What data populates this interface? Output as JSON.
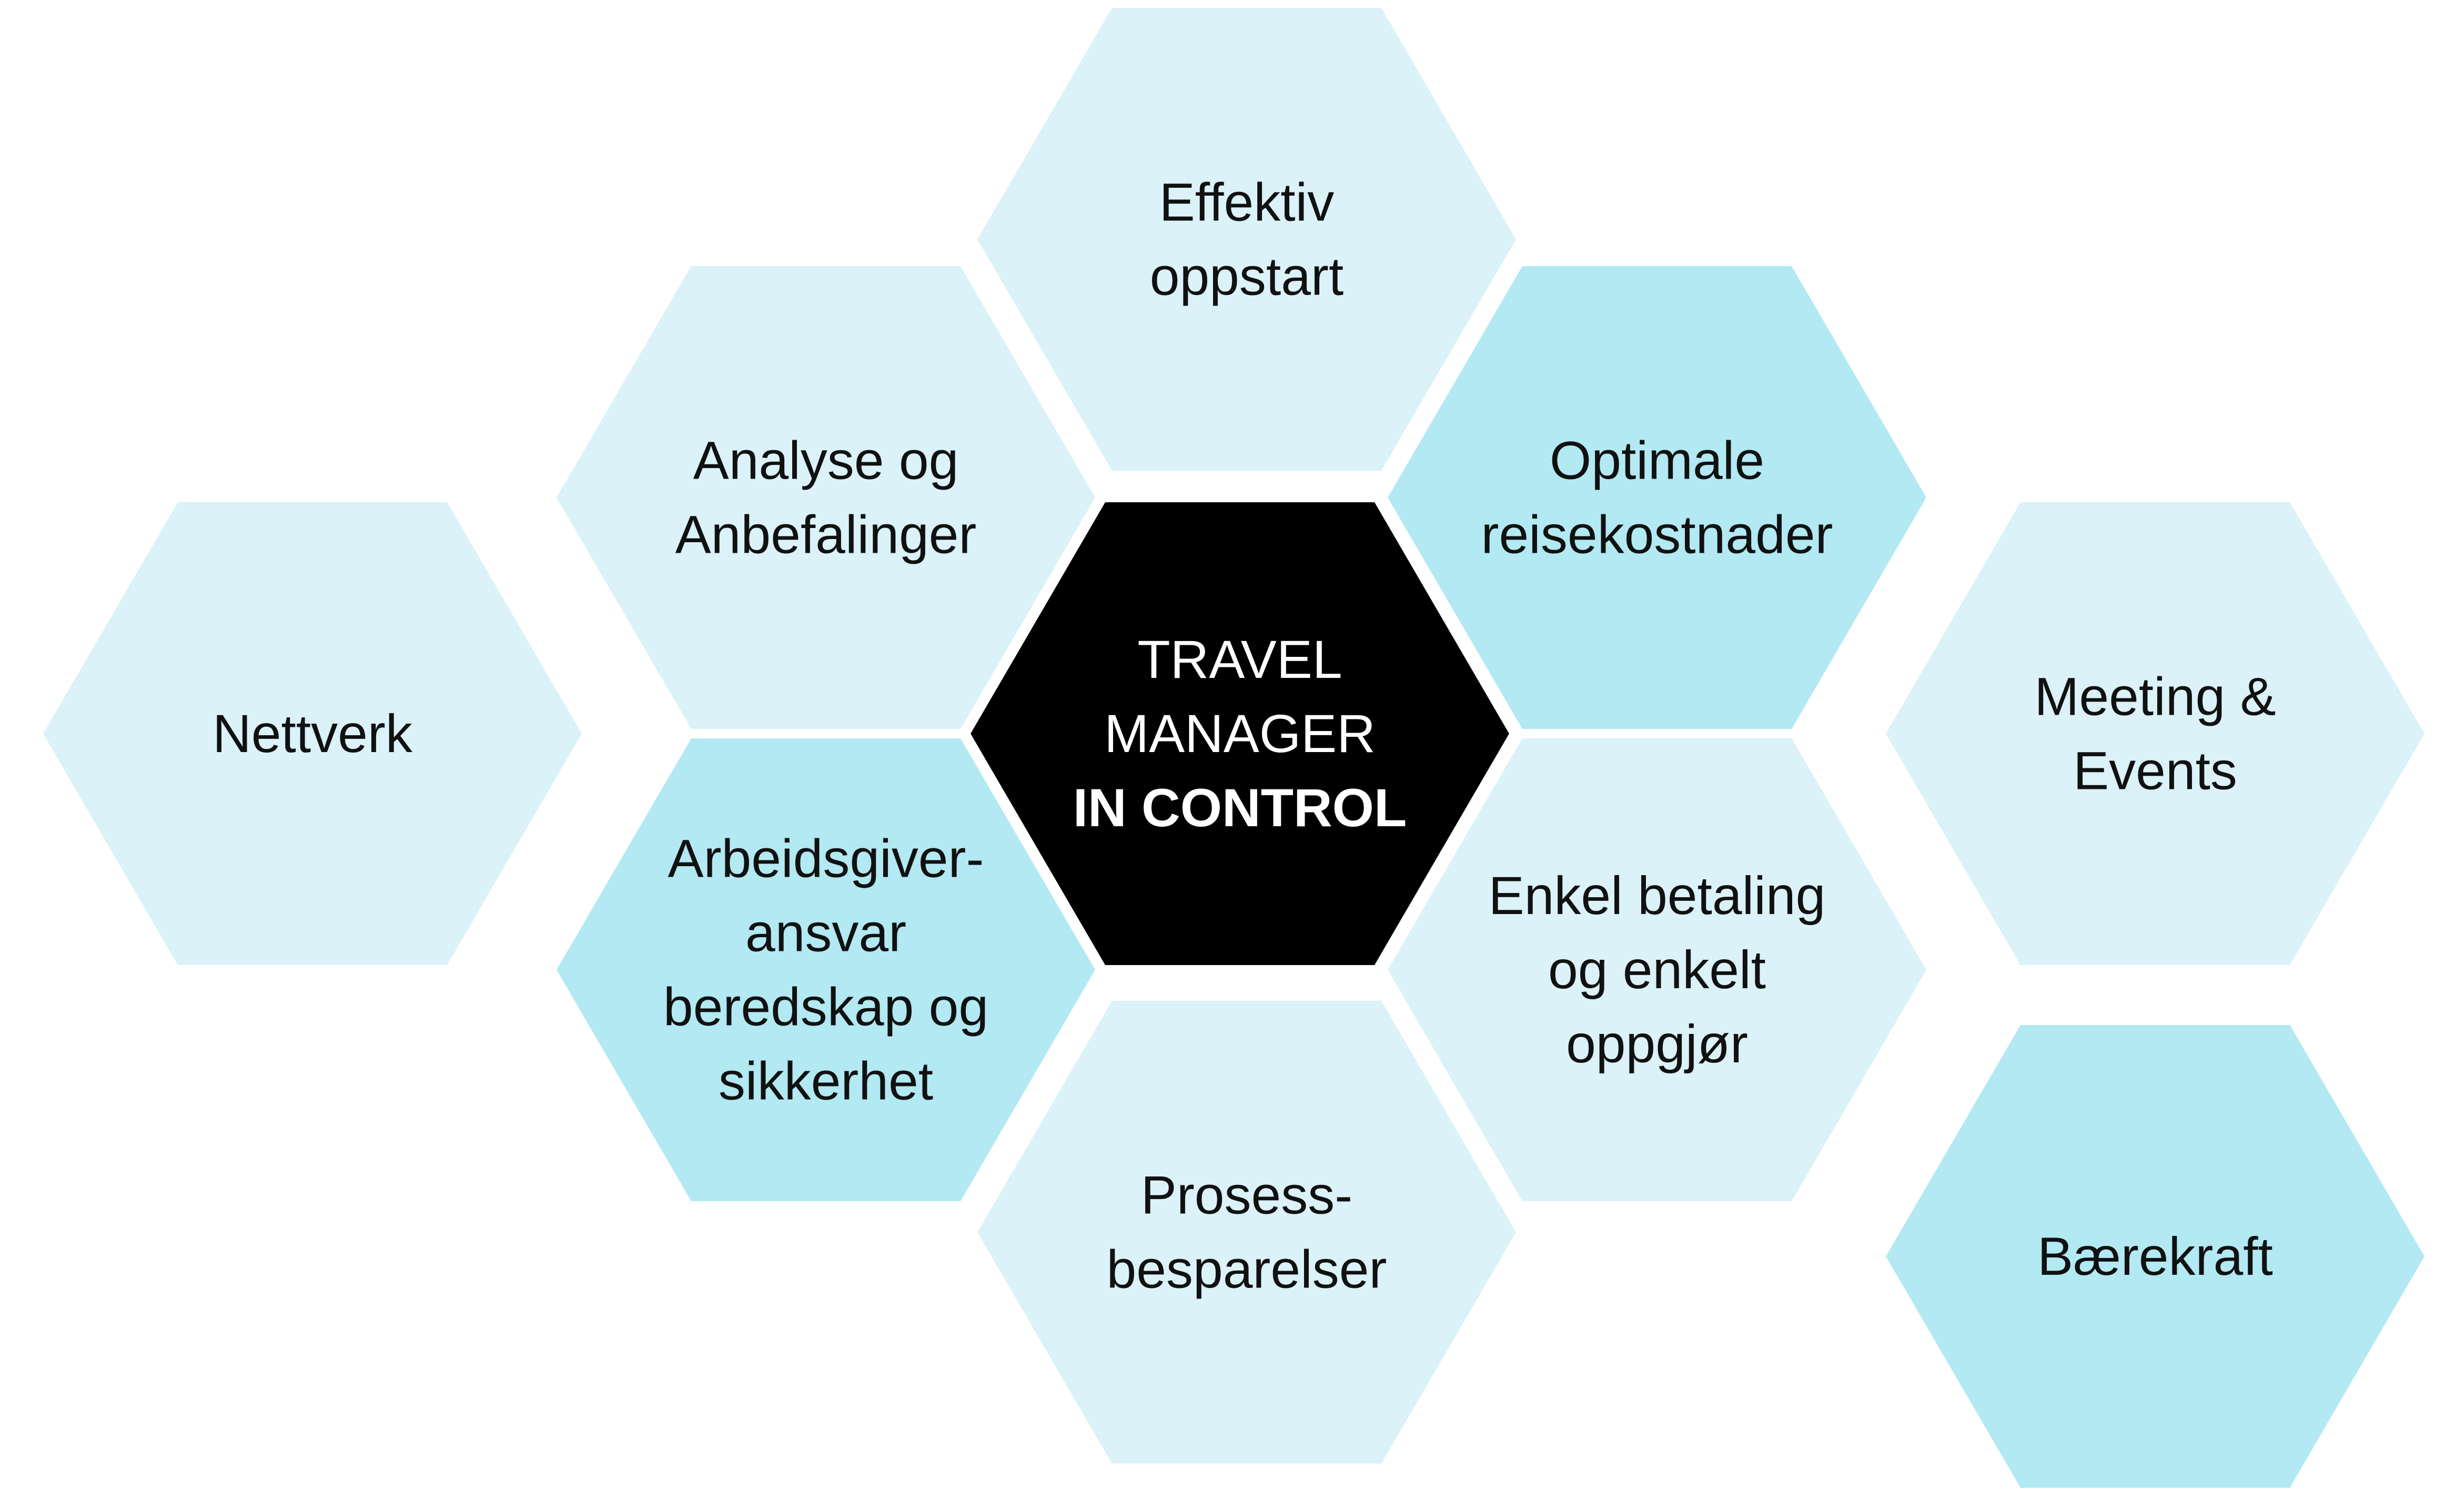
{
  "colors": {
    "light": "#daf2f8",
    "medium": "#b2e9f2",
    "center": "#000000",
    "text": "#111111",
    "center_text": "#ffffff"
  },
  "hexagons": [
    {
      "name": "hex-center",
      "tone": "center",
      "lines": [
        "TRAVEL",
        "MANAGER",
        "IN CONTROL"
      ],
      "bold_lines": [
        2
      ]
    },
    {
      "name": "hex-effektiv-oppstart",
      "tone": "light",
      "lines": [
        "Effektiv",
        "oppstart"
      ]
    },
    {
      "name": "hex-analyse",
      "tone": "light",
      "lines": [
        "Analyse og",
        "Anbefalinger"
      ]
    },
    {
      "name": "hex-optimale",
      "tone": "medium",
      "lines": [
        "Optimale",
        "reisekostnader"
      ]
    },
    {
      "name": "hex-arbeidsgiver",
      "tone": "medium",
      "lines": [
        "Arbeidsgiver-",
        "ansvar",
        "beredskap og",
        "sikkerhet"
      ]
    },
    {
      "name": "hex-enkel-betaling",
      "tone": "light",
      "lines": [
        "Enkel betaling",
        "og enkelt",
        "oppgjør"
      ]
    },
    {
      "name": "hex-prosess",
      "tone": "light",
      "lines": [
        "Prosess-",
        "besparelser"
      ]
    },
    {
      "name": "hex-nettverk",
      "tone": "light",
      "lines": [
        "Nettverk"
      ]
    },
    {
      "name": "hex-meeting-events",
      "tone": "light",
      "lines": [
        "Meeting &",
        "Events"
      ]
    },
    {
      "name": "hex-baerekraft",
      "tone": "medium",
      "lines": [
        "Bærekraft"
      ]
    }
  ]
}
